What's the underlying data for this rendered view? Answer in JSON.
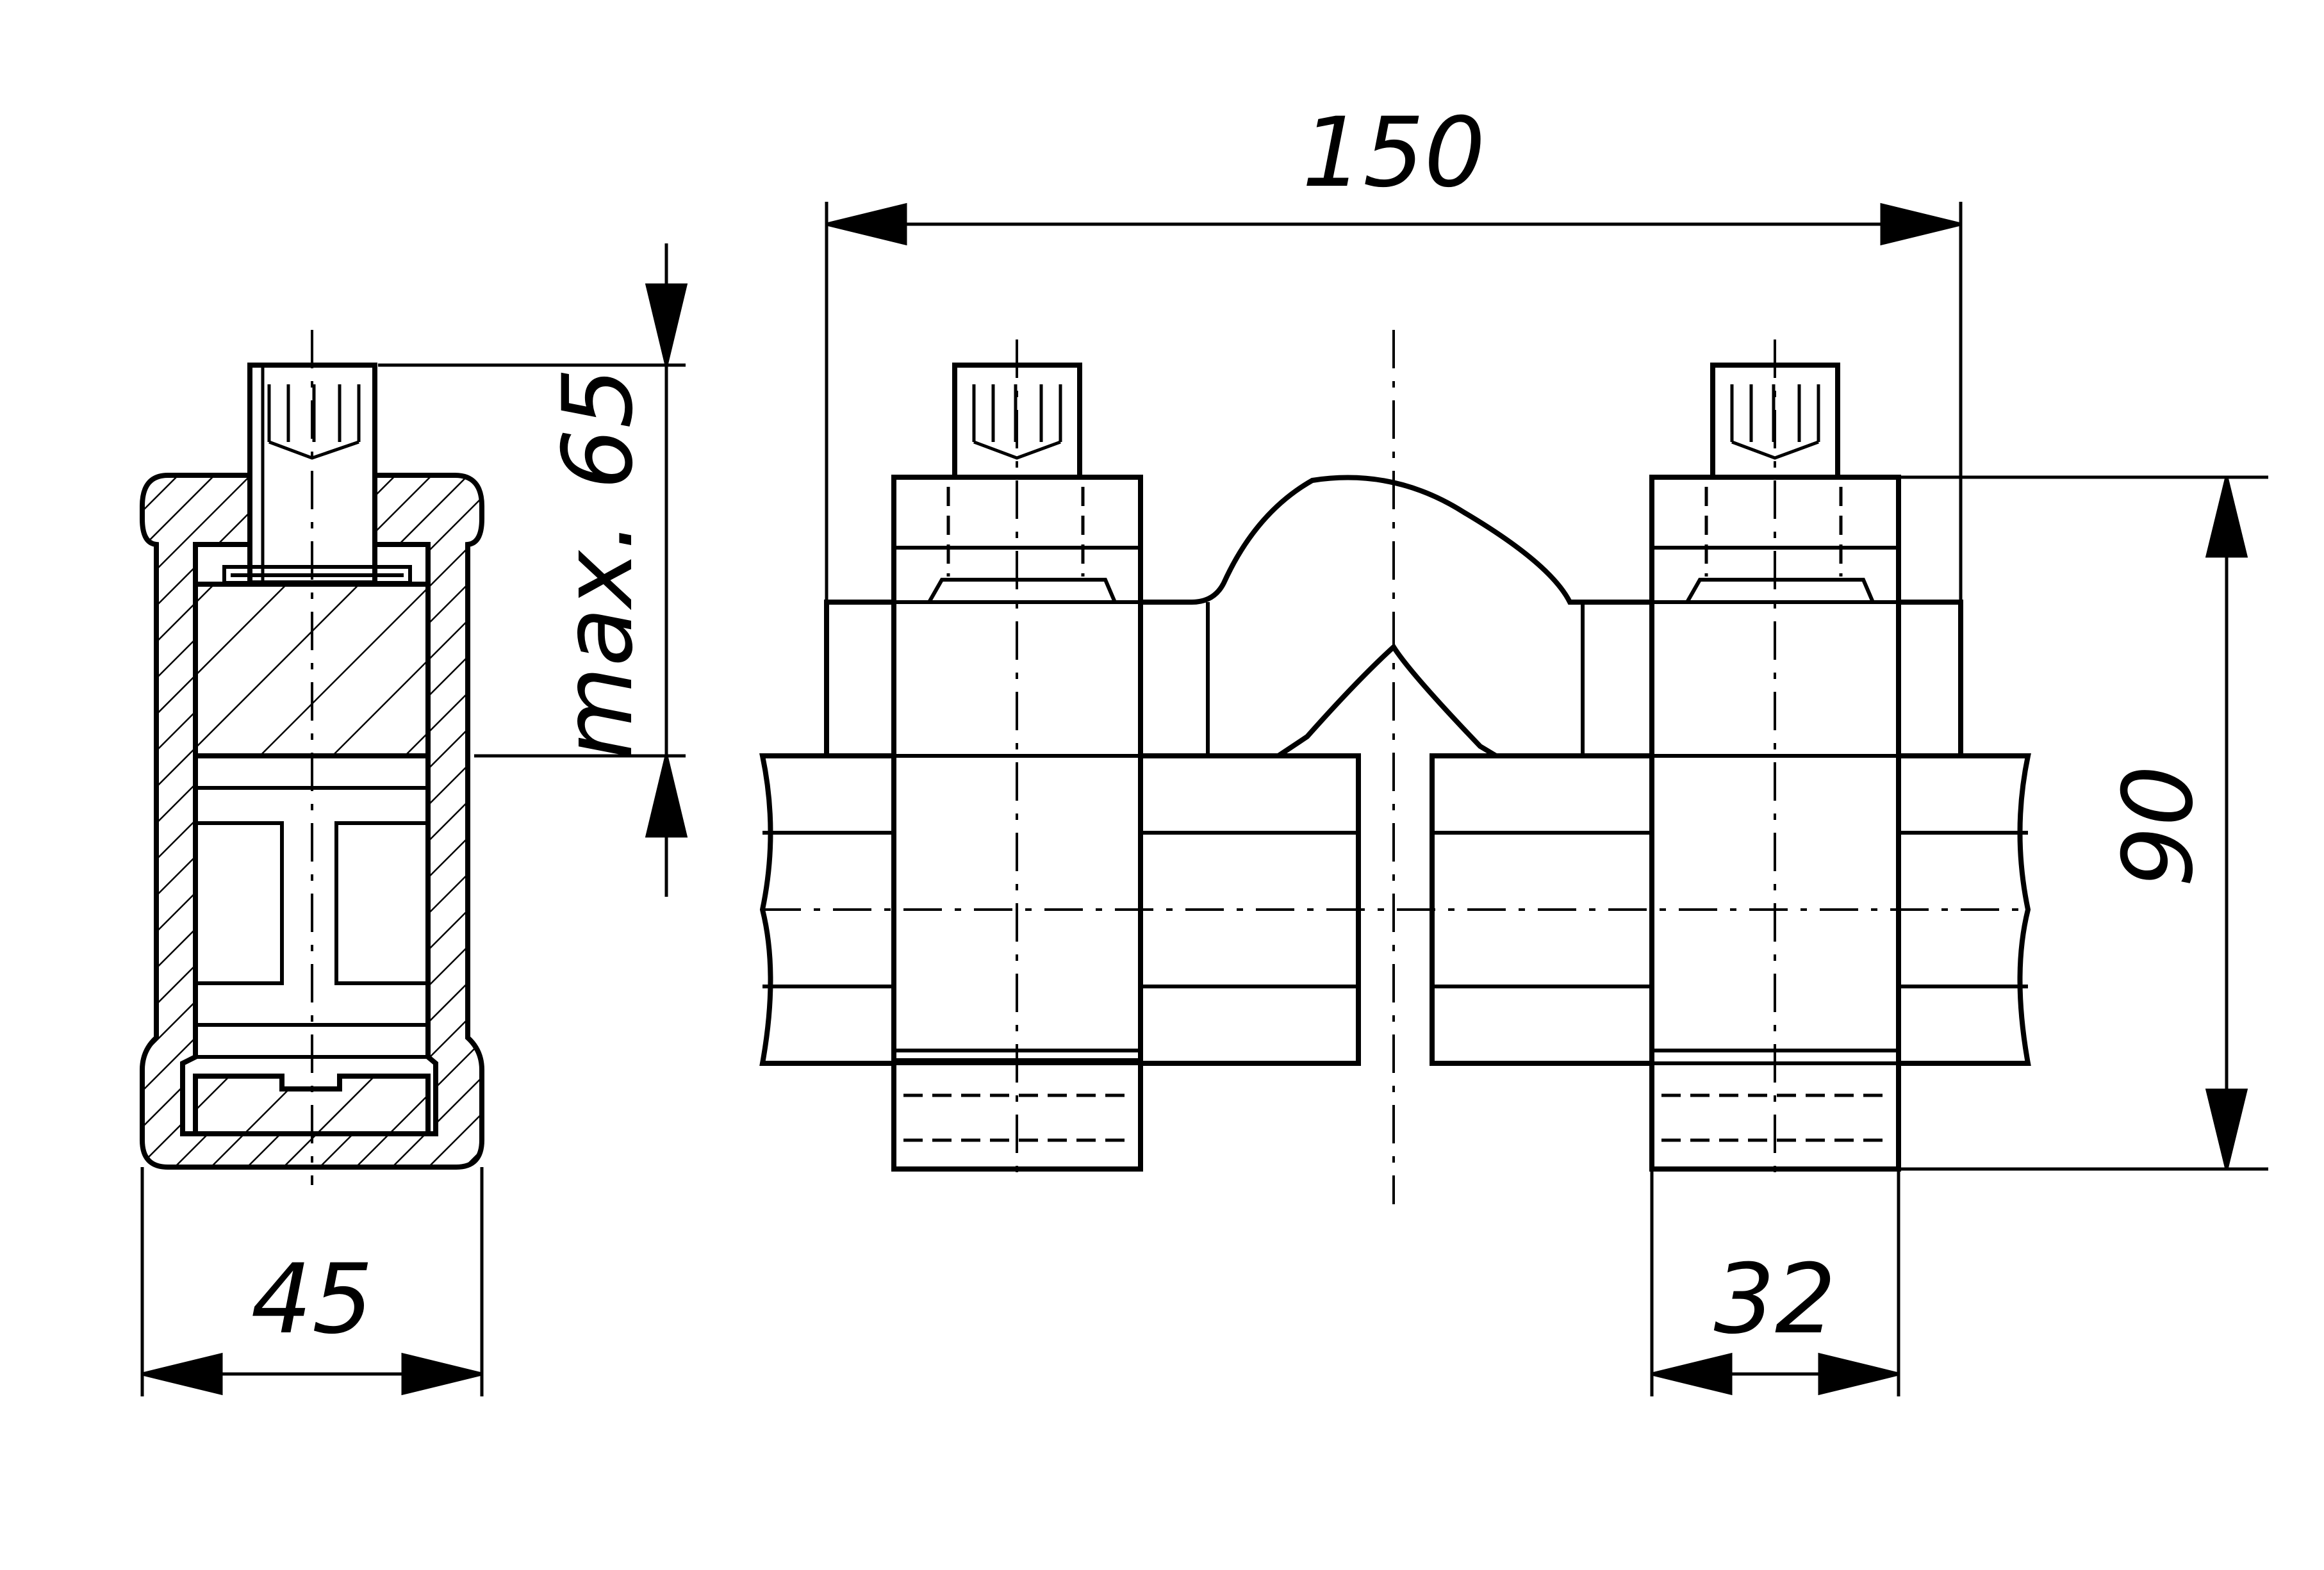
{
  "dimensions": {
    "overall_width": "150",
    "height": "90",
    "side_width": "45",
    "clamp_width": "32",
    "max_height": "max. 65"
  },
  "colors": {
    "ink": "#000000",
    "paper": "#ffffff"
  }
}
